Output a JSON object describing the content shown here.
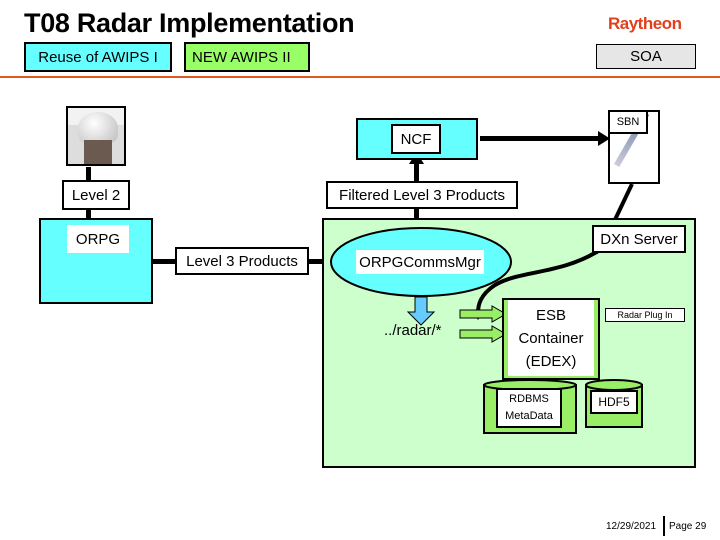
{
  "header": {
    "title": "T08 Radar Implementation",
    "logo": "Raytheon",
    "legend": {
      "reuse": "Reuse of AWIPS I",
      "new": "NEW AWIPS II",
      "soa": "SOA"
    }
  },
  "diagram": {
    "level2": "Level 2",
    "orpg": "ORPG",
    "level3_products": "Level 3 Products",
    "ncf": "NCF",
    "sbn": "SBN",
    "filtered_level3": "Filtered Level 3 Products",
    "dxn_server": "DXn Server",
    "orpg_comms_mgr": "ORPGCommsMgr",
    "radar_path": "../radar/*",
    "esb_line1": "ESB",
    "esb_line2": "Container",
    "esb_line3": "(EDEX)",
    "radar_plugin": "Radar Plug In",
    "rdbms_line1": "RDBMS",
    "rdbms_line2": "MetaData",
    "hdf5": "HDF5"
  },
  "colors": {
    "reuse": "#66ffff",
    "new": "#99ff66",
    "soa": "#e6e6e6",
    "awips2_area": "#ccffcc",
    "rule": "#e05a20",
    "logo": "#e0401c"
  },
  "footer": {
    "date": "12/29/2021",
    "page": "Page 29"
  }
}
